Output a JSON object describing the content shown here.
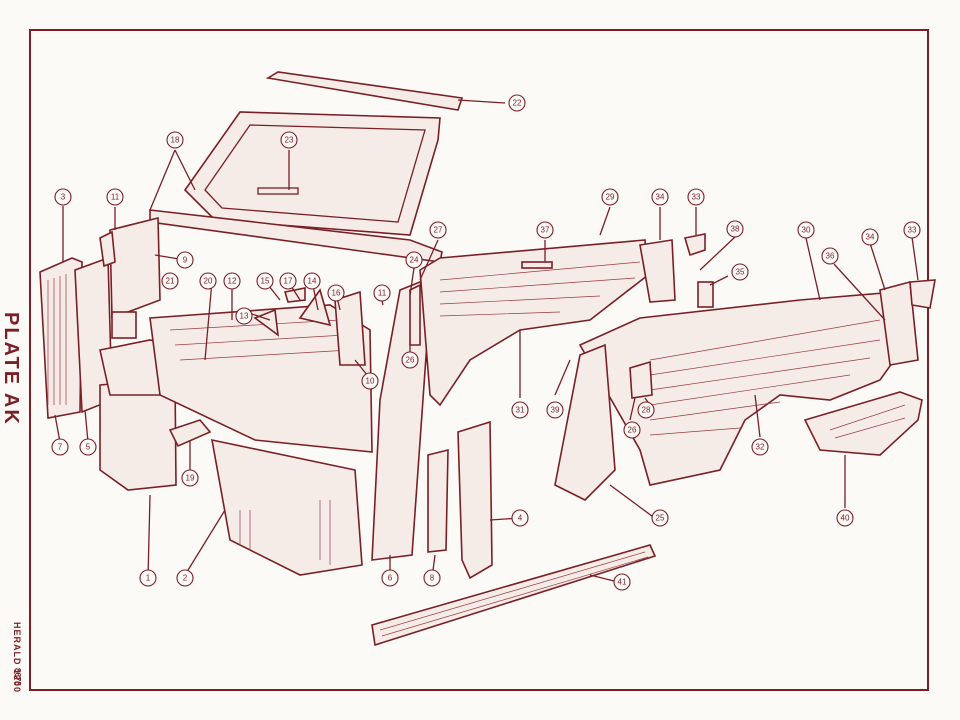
{
  "plate_label": "PLATE AK",
  "model_label": "HERALD 1200",
  "code_label": "8675",
  "colors": {
    "ink": "#7a1f26",
    "paper": "#fbfaf6",
    "part_fill": "#f6ece7"
  },
  "callouts": [
    "1",
    "2",
    "3",
    "4",
    "5",
    "6",
    "7",
    "8",
    "9",
    "10",
    "11",
    "11",
    "12",
    "13",
    "14",
    "15",
    "16",
    "17",
    "18",
    "19",
    "20",
    "21",
    "22",
    "23",
    "24",
    "25",
    "26",
    "26",
    "27",
    "28",
    "29",
    "30",
    "31",
    "32",
    "33",
    "33",
    "34",
    "34",
    "35",
    "36",
    "37",
    "38",
    "39",
    "40",
    "41"
  ]
}
